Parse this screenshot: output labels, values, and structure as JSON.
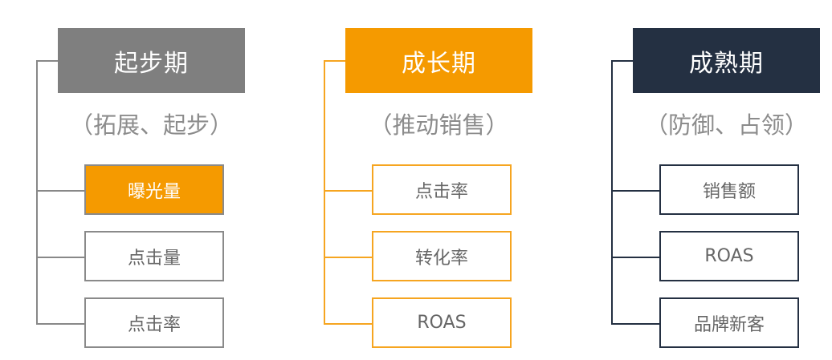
{
  "colors": {
    "stage1": "#7f7f7f",
    "stage2": "#f59a00",
    "stage3": "#243042",
    "text_gray": "#666666",
    "subtitle_gray": "#8c8c8c",
    "line_gray": "#888888",
    "line_orange": "#f6a520",
    "line_dark": "#243042"
  },
  "columns": [
    {
      "title": "起步期",
      "subtitle": "（拓展、起步）",
      "items": [
        "曝光量",
        "点击量",
        "点击率"
      ]
    },
    {
      "title": "成长期",
      "subtitle": "（推动销售）",
      "items": [
        "点击率",
        "转化率",
        "ROAS"
      ]
    },
    {
      "title": "成熟期",
      "subtitle": "（防御、占领）",
      "items": [
        "销售额",
        "ROAS",
        "品牌新客"
      ]
    }
  ]
}
